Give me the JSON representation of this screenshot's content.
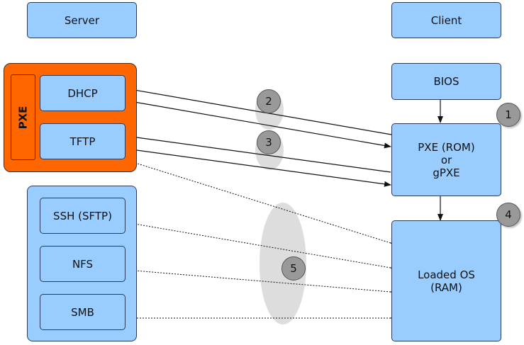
{
  "header": {
    "server_label": "Server",
    "client_label": "Client"
  },
  "pxe_group": {
    "label": "PXE"
  },
  "server": {
    "dhcp": "DHCP",
    "tftp": "TFTP",
    "ssh": "SSH (SFTP)",
    "nfs": "NFS",
    "smb": "SMB"
  },
  "client": {
    "bios": "BIOS",
    "pxe_rom_line1": "PXE (ROM)",
    "pxe_rom_line2": "or",
    "pxe_rom_line3": "gPXE",
    "os_line1": "Loaded OS",
    "os_line2": "(RAM)"
  },
  "steps": {
    "s1": "1",
    "s2": "2",
    "s3": "3",
    "s4": "4",
    "s5": "5"
  },
  "colors": {
    "box_fill": "#99ccff",
    "box_border": "#2a3b5c",
    "pxe_group_fill": "#ff6600",
    "badge_fill": "#999999",
    "highlight_ellipse": "#dddddd",
    "line": "#111111"
  }
}
